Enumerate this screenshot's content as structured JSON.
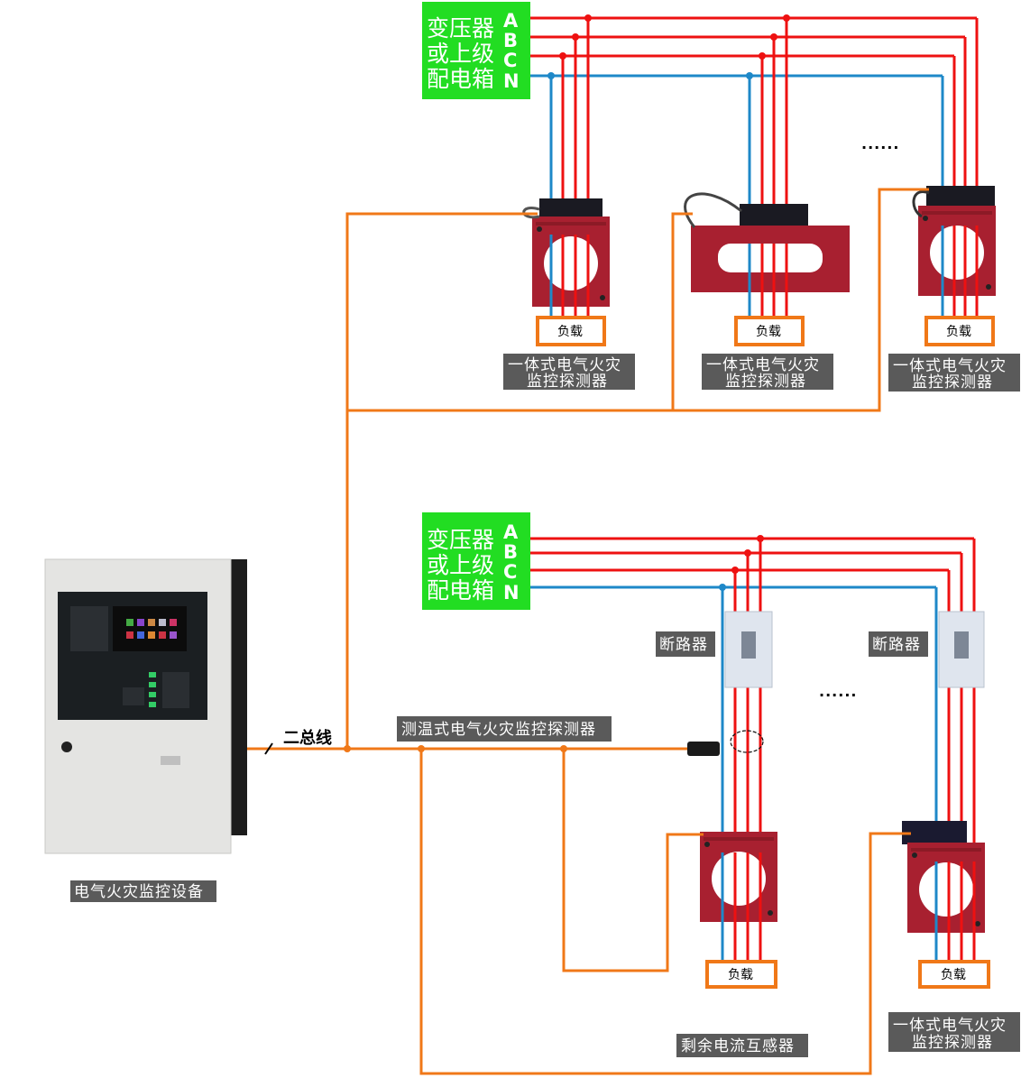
{
  "colors": {
    "source_green": "#22dd22",
    "phase_red": "#ee1111",
    "neutral_blue": "#1e88c8",
    "bus_orange": "#f07818",
    "label_gray": "#5a5a5a",
    "detector_red": "#a82030"
  },
  "top_section": {
    "source": {
      "line1": "变压器",
      "line2": "或上级",
      "line3": "配电箱"
    },
    "phases": [
      "A",
      "B",
      "C",
      "N"
    ],
    "ellipsis": "......",
    "detectors": [
      {
        "load": "负载",
        "label_line1": "一体式电气火灾",
        "label_line2": "监控探测器"
      },
      {
        "load": "负载",
        "label_line1": "一体式电气火灾",
        "label_line2": "监控探测器"
      },
      {
        "load": "负载",
        "label_line1": "一体式电气火灾",
        "label_line2": "监控探测器"
      }
    ]
  },
  "bottom_section": {
    "source": {
      "line1": "变压器",
      "line2": "或上级",
      "line3": "配电箱"
    },
    "phases": [
      "A",
      "B",
      "C",
      "N"
    ],
    "ellipsis": "......",
    "breaker_label": "断路器",
    "breaker_label_2": "断路器",
    "temp_detector_label": "测温式电气火灾监控探测器",
    "residual_ct": {
      "load": "负载",
      "label": "剩余电流互感器"
    },
    "integrated": {
      "load": "负载",
      "label_line1": "一体式电气火灾",
      "label_line2": "监控探测器"
    }
  },
  "controller": {
    "label": "电气火灾监控设备"
  },
  "bus_label": "二总线"
}
